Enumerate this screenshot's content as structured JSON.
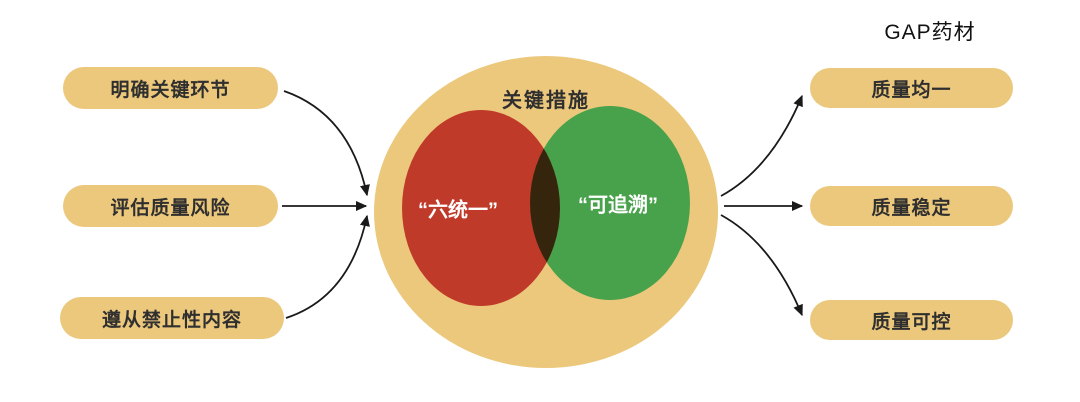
{
  "diagram": {
    "left_items": [
      {
        "label": "明确关键环节"
      },
      {
        "label": "评估质量风险"
      },
      {
        "label": "遵从禁止性内容"
      }
    ],
    "center": {
      "title": "关键措施",
      "venn_left_label": "“六统一”",
      "venn_right_label": "“可追溯”"
    },
    "right_group": {
      "title": "GAP药材",
      "items": [
        {
          "label": "质量均一"
        },
        {
          "label": "质量稳定"
        },
        {
          "label": "质量可控"
        }
      ]
    },
    "colors": {
      "pill_fill": "#ecc87c",
      "circle_fill": "#ecc87c",
      "venn_left_fill": "#c03a2a",
      "venn_right_fill": "#48a14b",
      "arrow": "#1a1a1a",
      "label_text": "#2f2f2f",
      "venn_label_text": "#ffffff"
    }
  }
}
